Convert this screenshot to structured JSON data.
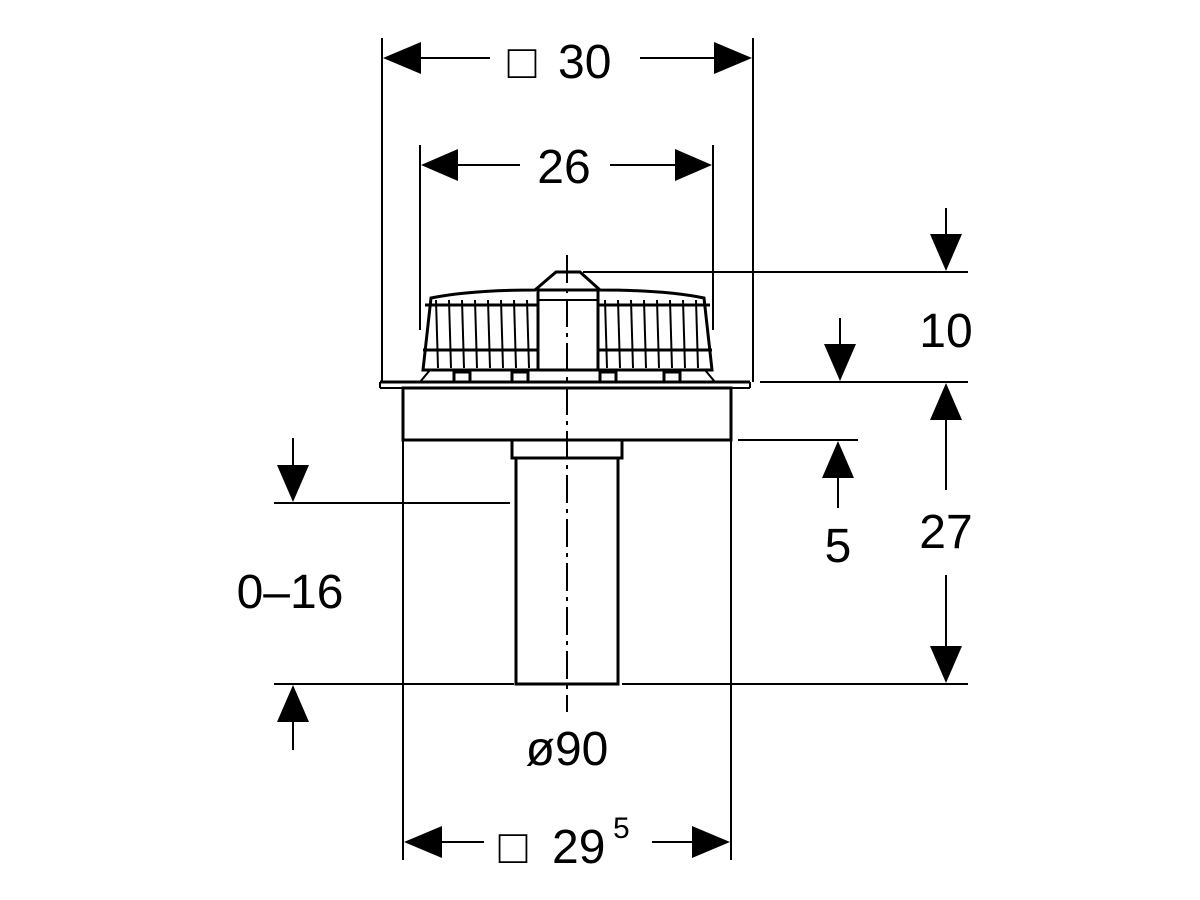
{
  "drawing": {
    "dimensions": {
      "overall_width_top": {
        "prefix": "□",
        "value": "30"
      },
      "grate_width": {
        "value": "26"
      },
      "grate_height": {
        "value": "10"
      },
      "body_depth": {
        "value": "27"
      },
      "body_step": {
        "value": "5"
      },
      "pipe_adjust": {
        "value": "0–16"
      },
      "pipe_diameter": {
        "value": "ø90"
      },
      "overall_width_bottom": {
        "prefix": "□",
        "value": "29",
        "superscript": "5"
      }
    }
  }
}
